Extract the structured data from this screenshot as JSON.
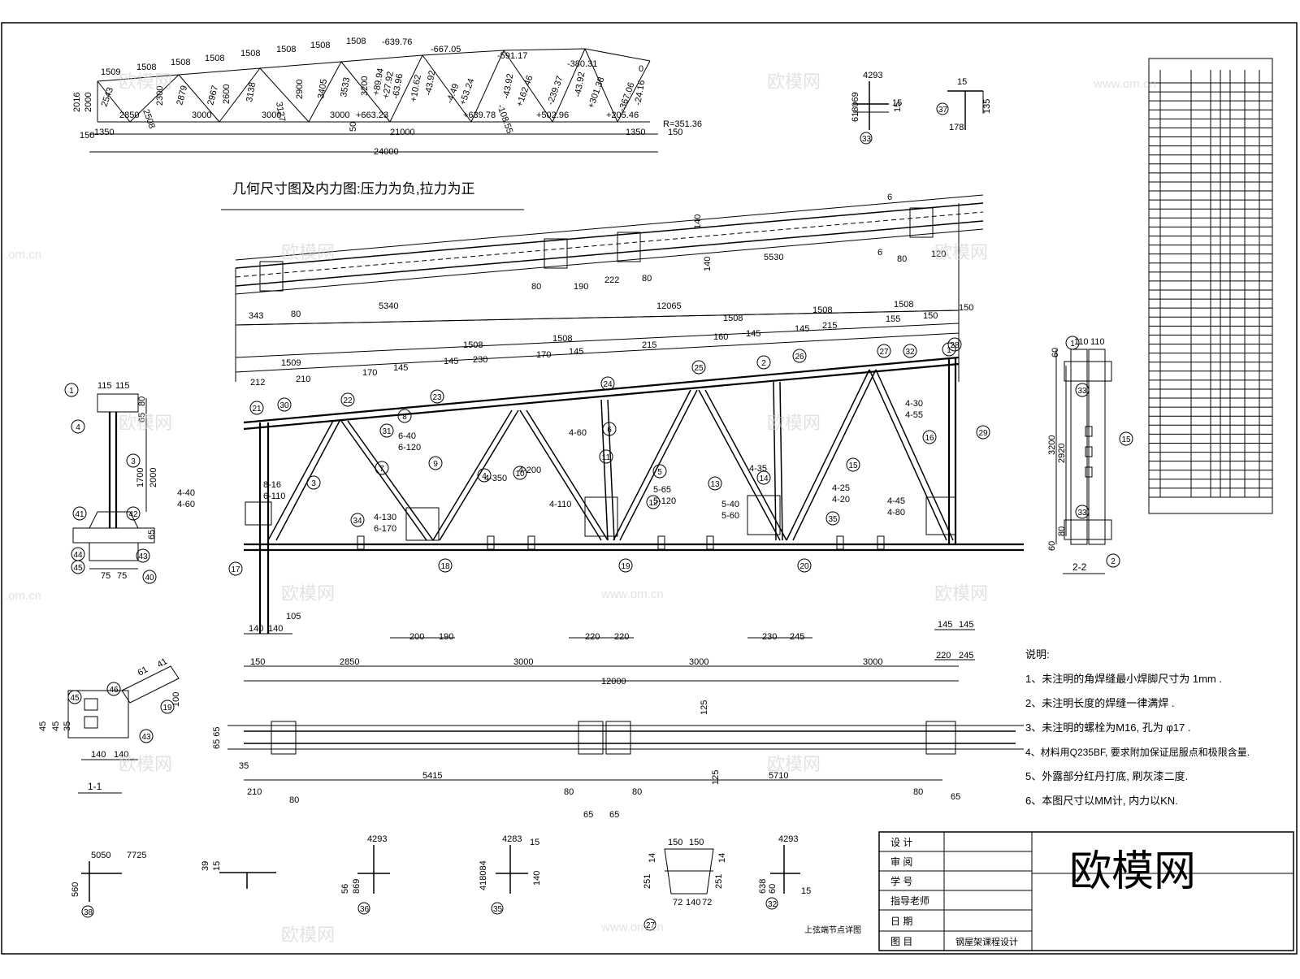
{
  "geometry": {
    "caption": "几何尺寸图及内力图:压力为负,拉力为正",
    "top_chord_panels": [
      "1509",
      "1508",
      "1508",
      "1508",
      "1508",
      "1508",
      "1508",
      "1508"
    ],
    "verticals": [
      "2016",
      "2000"
    ],
    "web_lengths": [
      "2543",
      "2508",
      "2300",
      "2879",
      "2967",
      "2600",
      "3138",
      "3127",
      "2900",
      "3405",
      "3533",
      "3200"
    ],
    "forces_top": [
      "-639.76",
      "-667.05",
      "-591.17",
      "-380.31",
      "0"
    ],
    "forces_web": [
      "+89.94",
      "+27.92",
      "-63.96",
      "+10.62",
      "-43.92",
      "-4.49",
      "+53.24",
      "-108.55",
      "-43.92",
      "+162.46",
      "-239.37",
      "-43.92",
      "+301.38",
      "-367.06",
      "-24.16"
    ],
    "forces_bottom": [
      "+663.23",
      "+639.78",
      "+502.96",
      "+205.46"
    ],
    "bottom_panels": [
      "2850",
      "3000",
      "3000",
      "3000"
    ],
    "overall": [
      "1350",
      "50",
      "21000",
      "1350",
      "150",
      "150",
      "24000"
    ],
    "radius": "R=351.36"
  },
  "upper_chord": {
    "dims": [
      "140",
      "5530",
      "80",
      "190",
      "222",
      "80",
      "343",
      "80",
      "5340",
      "140",
      "6",
      "6",
      "80",
      "120"
    ]
  },
  "elevation": {
    "top_dims": [
      "12065",
      "1508",
      "1508",
      "1508",
      "1508",
      "1508",
      "1509",
      "212",
      "210",
      "170",
      "145",
      "145",
      "230",
      "170",
      "145",
      "215",
      "160",
      "145",
      "145",
      "215",
      "155",
      "150",
      "150"
    ],
    "bottom_dims": [
      "150",
      "2850",
      "3000",
      "3000",
      "3000",
      "12000",
      "140",
      "140",
      "105",
      "200",
      "190",
      "220",
      "220",
      "230",
      "245",
      "145",
      "145",
      "220",
      "245"
    ],
    "welds": [
      "4-40",
      "4-60",
      "6-40",
      "6-120",
      "8-16",
      "6-110",
      "4-130",
      "6-170",
      "4-200",
      "4-110",
      "4-60",
      "5-65",
      "5-120",
      "5-40",
      "5-60",
      "4-35",
      "4-45",
      "4-80",
      "4-30",
      "4-55",
      "4-25",
      "4-20",
      "4-350"
    ],
    "part_numbers": [
      "21",
      "30",
      "22",
      "23",
      "24",
      "25",
      "26",
      "27",
      "28",
      "29",
      "31",
      "32",
      "34",
      "35",
      "1",
      "2",
      "3",
      "4",
      "5",
      "6",
      "7",
      "8",
      "9",
      "10",
      "11",
      "12",
      "13",
      "14",
      "15",
      "16",
      "17",
      "18",
      "19",
      "20"
    ]
  },
  "bottom_chord": {
    "dims": [
      "125",
      "5415",
      "5710",
      "125",
      "210",
      "80",
      "80",
      "80",
      "65",
      "65",
      "80",
      "65",
      "35",
      "65 65"
    ]
  },
  "sections": {
    "left": {
      "dims": [
        "115",
        "115",
        "80",
        "65",
        "1700",
        "2000",
        "65",
        "75",
        "75"
      ],
      "labels": [
        "1",
        "4",
        "3",
        "41",
        "42",
        "43",
        "44",
        "45",
        "40"
      ]
    },
    "section_1_1": {
      "title": "1-1",
      "dims": [
        "45",
        "140",
        "140",
        "45",
        "35",
        "100",
        "61",
        "41"
      ],
      "labels": [
        "45",
        "46",
        "43",
        "19"
      ]
    },
    "section_2_2": {
      "title": "2-2",
      "dims": [
        "110",
        "110",
        "60",
        "3200",
        "2920",
        "80",
        "60"
      ],
      "labels": [
        "1",
        "2",
        "15",
        "33",
        "33"
      ]
    },
    "detail_33": {
      "dims": [
        "4293",
        "618069",
        "15",
        "15"
      ],
      "label": "33"
    },
    "detail_37": {
      "dims": [
        "15",
        "135",
        "178"
      ],
      "label": "37"
    }
  },
  "bottom_details": [
    {
      "label": "38",
      "dims": [
        "5050",
        "7725",
        "560"
      ]
    },
    {
      "label": "",
      "dims": [
        "39",
        "15"
      ]
    },
    {
      "label": "36",
      "dims": [
        "4293",
        "56",
        "869"
      ]
    },
    {
      "label": "35",
      "dims": [
        "4283",
        "15",
        "140",
        "418084"
      ]
    },
    {
      "label": "27",
      "dims": [
        "150",
        "150",
        "14",
        "14",
        "251",
        "251",
        "72",
        "140",
        "72"
      ]
    },
    {
      "label": "32",
      "dims": [
        "4293",
        "638",
        "60",
        "15"
      ]
    }
  ],
  "bottom_caption": "上弦端节点详图",
  "notes": {
    "title": "说明:",
    "items": [
      "1、未注明的角焊缝最小焊脚尺寸为 1mm .",
      "2、未注明长度的焊缝一律满焊 .",
      "3、未注明的螺栓为M16, 孔为 φ17 .",
      "4、材料用Q235BF, 要求附加保证屈服点和极限含量.",
      "5、外露部分红丹打底, 刷灰漆二度.",
      "6、本图尺寸以MM计, 内力以KN."
    ]
  },
  "material_table": {
    "rows": 46
  },
  "title_block": {
    "rows": [
      "设  计",
      "审  阅",
      "学  号",
      "指导老师",
      "日  期",
      "图  目"
    ],
    "drawing_name": "钢屋架课程设计",
    "brand": "欧模网"
  },
  "watermarks": [
    "欧模网",
    "www.om.cn",
    ".om.cn"
  ]
}
